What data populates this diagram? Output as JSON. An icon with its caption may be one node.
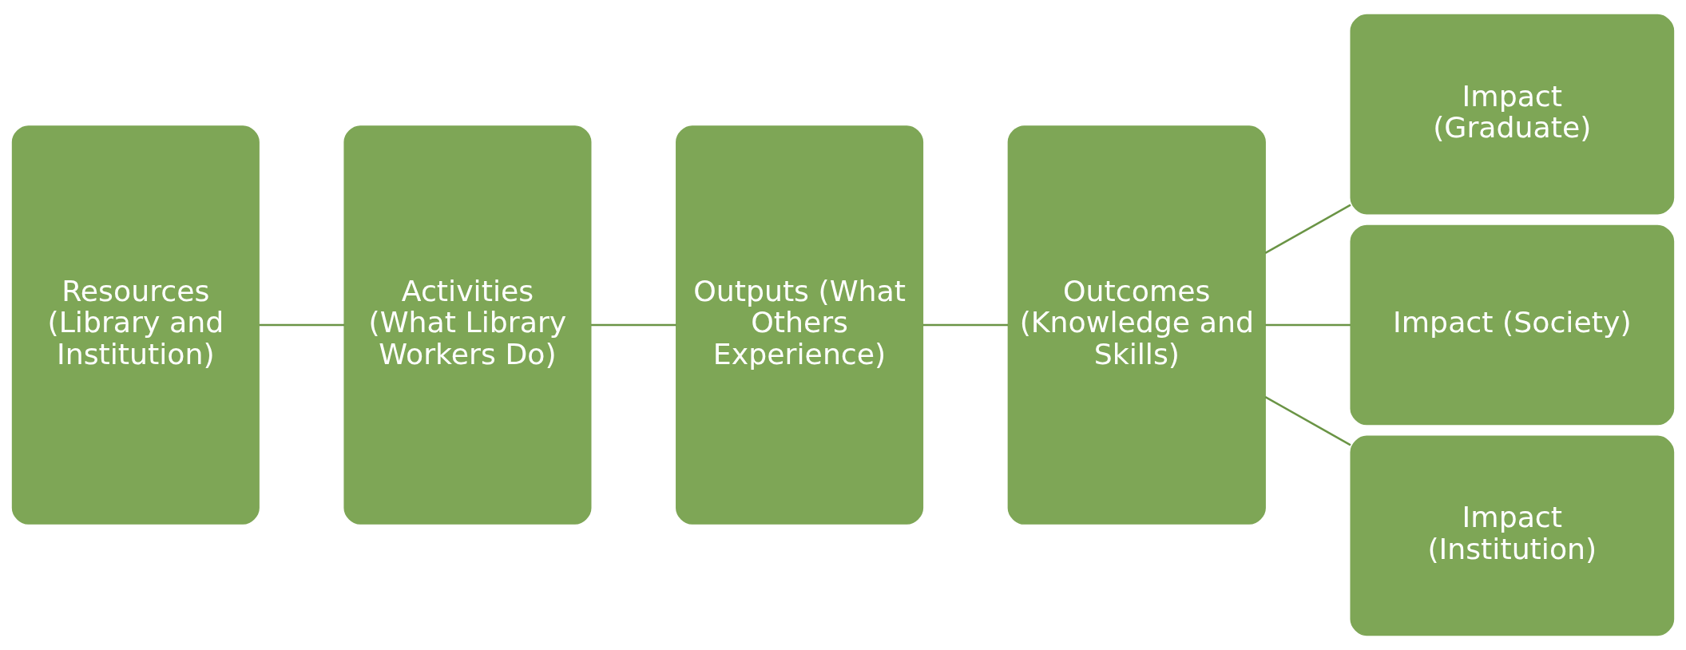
{
  "diagram": {
    "nodes": [
      {
        "text": [
          "Resources (Library and Institution)"
        ]
      },
      {
        "text": [
          "Activities (What Library Workers Do)"
        ]
      },
      {
        "text": [
          "Outputs (What Others Experience)"
        ]
      },
      {
        "text": [
          "Outcomes (Knowledge and Skills)"
        ]
      },
      {
        "text": [
          "Impact (Graduate)"
        ]
      },
      {
        "text": [
          "Impact (Society)"
        ]
      },
      {
        "text": [
          "Impact (Institution)"
        ]
      }
    ],
    "edges": [
      {
        "from": 0,
        "to": 1,
        "arrow": "none"
      },
      {
        "from": 1,
        "to": 2,
        "arrow": "none"
      },
      {
        "from": 2,
        "to": 3,
        "arrow": "none"
      },
      {
        "from": 3,
        "to": 4,
        "arrow": "none"
      },
      {
        "from": 3,
        "to": 5,
        "arrow": "none"
      },
      {
        "from": 3,
        "to": 6,
        "arrow": "none"
      }
    ]
  }
}
